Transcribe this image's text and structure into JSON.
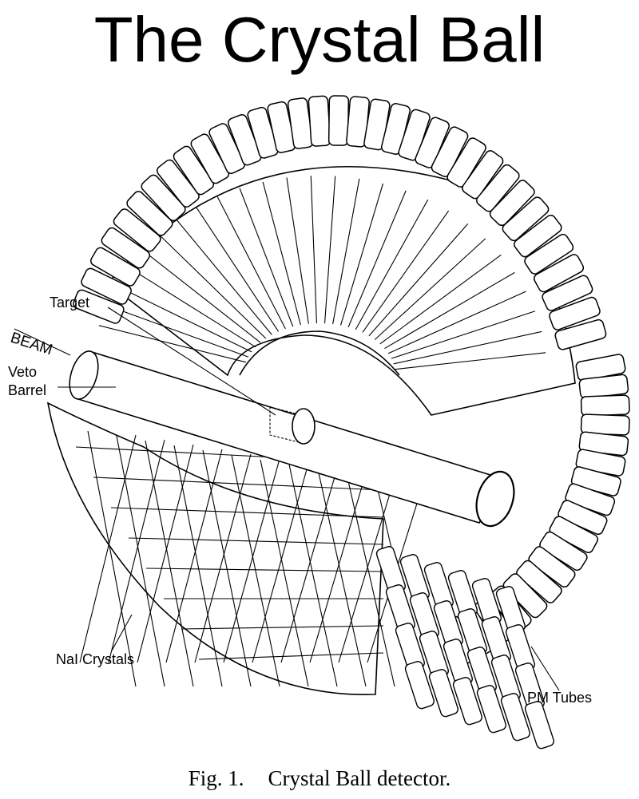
{
  "title": "The  Crystal Ball",
  "labels": {
    "target": "Target",
    "beam": "BEAM",
    "veto_line1": "Veto",
    "veto_line2": "Barrel",
    "nai": "NaI Crystals",
    "pm": "PM Tubes"
  },
  "caption": {
    "number": "Fig. 1.",
    "text": "Crystal Ball detector."
  }
}
